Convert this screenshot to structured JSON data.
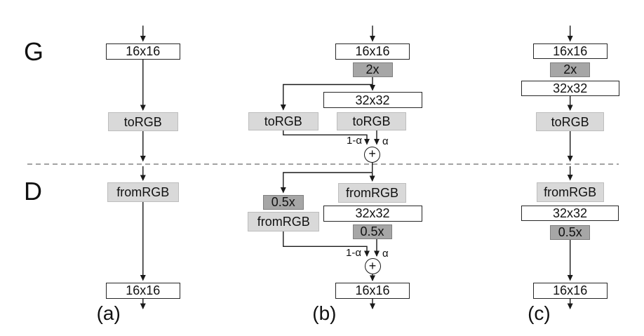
{
  "figure": {
    "section_labels": {
      "generator": "G",
      "discriminator": "D"
    },
    "variant_labels": {
      "a": "(a)",
      "b": "(b)",
      "c": "(c)"
    },
    "colors": {
      "layer_box_fill": "#ffffff",
      "layer_box_border": "#262626",
      "rgb_box_fill": "#d9d9d9",
      "rgb_box_border": "#bdbdbd",
      "scale_box_fill": "#a6a6a6",
      "scale_box_border": "#7f7f7f",
      "arrow": "#1a1a1a",
      "divider": "#a6a6a6"
    },
    "columns": {
      "a": {
        "g": {
          "input_layer": "16x16",
          "to_rgb": "toRGB"
        },
        "d": {
          "from_rgb": "fromRGB",
          "output_layer": "16x16"
        }
      },
      "b": {
        "g": {
          "input_layer": "16x16",
          "upsample": "2x",
          "new_layer": "32x32",
          "to_rgb_skip": "toRGB",
          "to_rgb_new": "toRGB",
          "weight_skip": "1-α",
          "weight_new": "α",
          "sum": "+"
        },
        "d": {
          "from_rgb_new": "fromRGB",
          "new_layer": "32x32",
          "downsample_new": "0.5x",
          "downsample_skip": "0.5x",
          "from_rgb_skip": "fromRGB",
          "weight_skip": "1-α",
          "weight_new": "α",
          "sum": "+",
          "output_layer": "16x16"
        }
      },
      "c": {
        "g": {
          "input_layer": "16x16",
          "upsample": "2x",
          "new_layer": "32x32",
          "to_rgb": "toRGB"
        },
        "d": {
          "from_rgb": "fromRGB",
          "new_layer": "32x32",
          "downsample": "0.5x",
          "output_layer": "16x16"
        }
      }
    }
  }
}
